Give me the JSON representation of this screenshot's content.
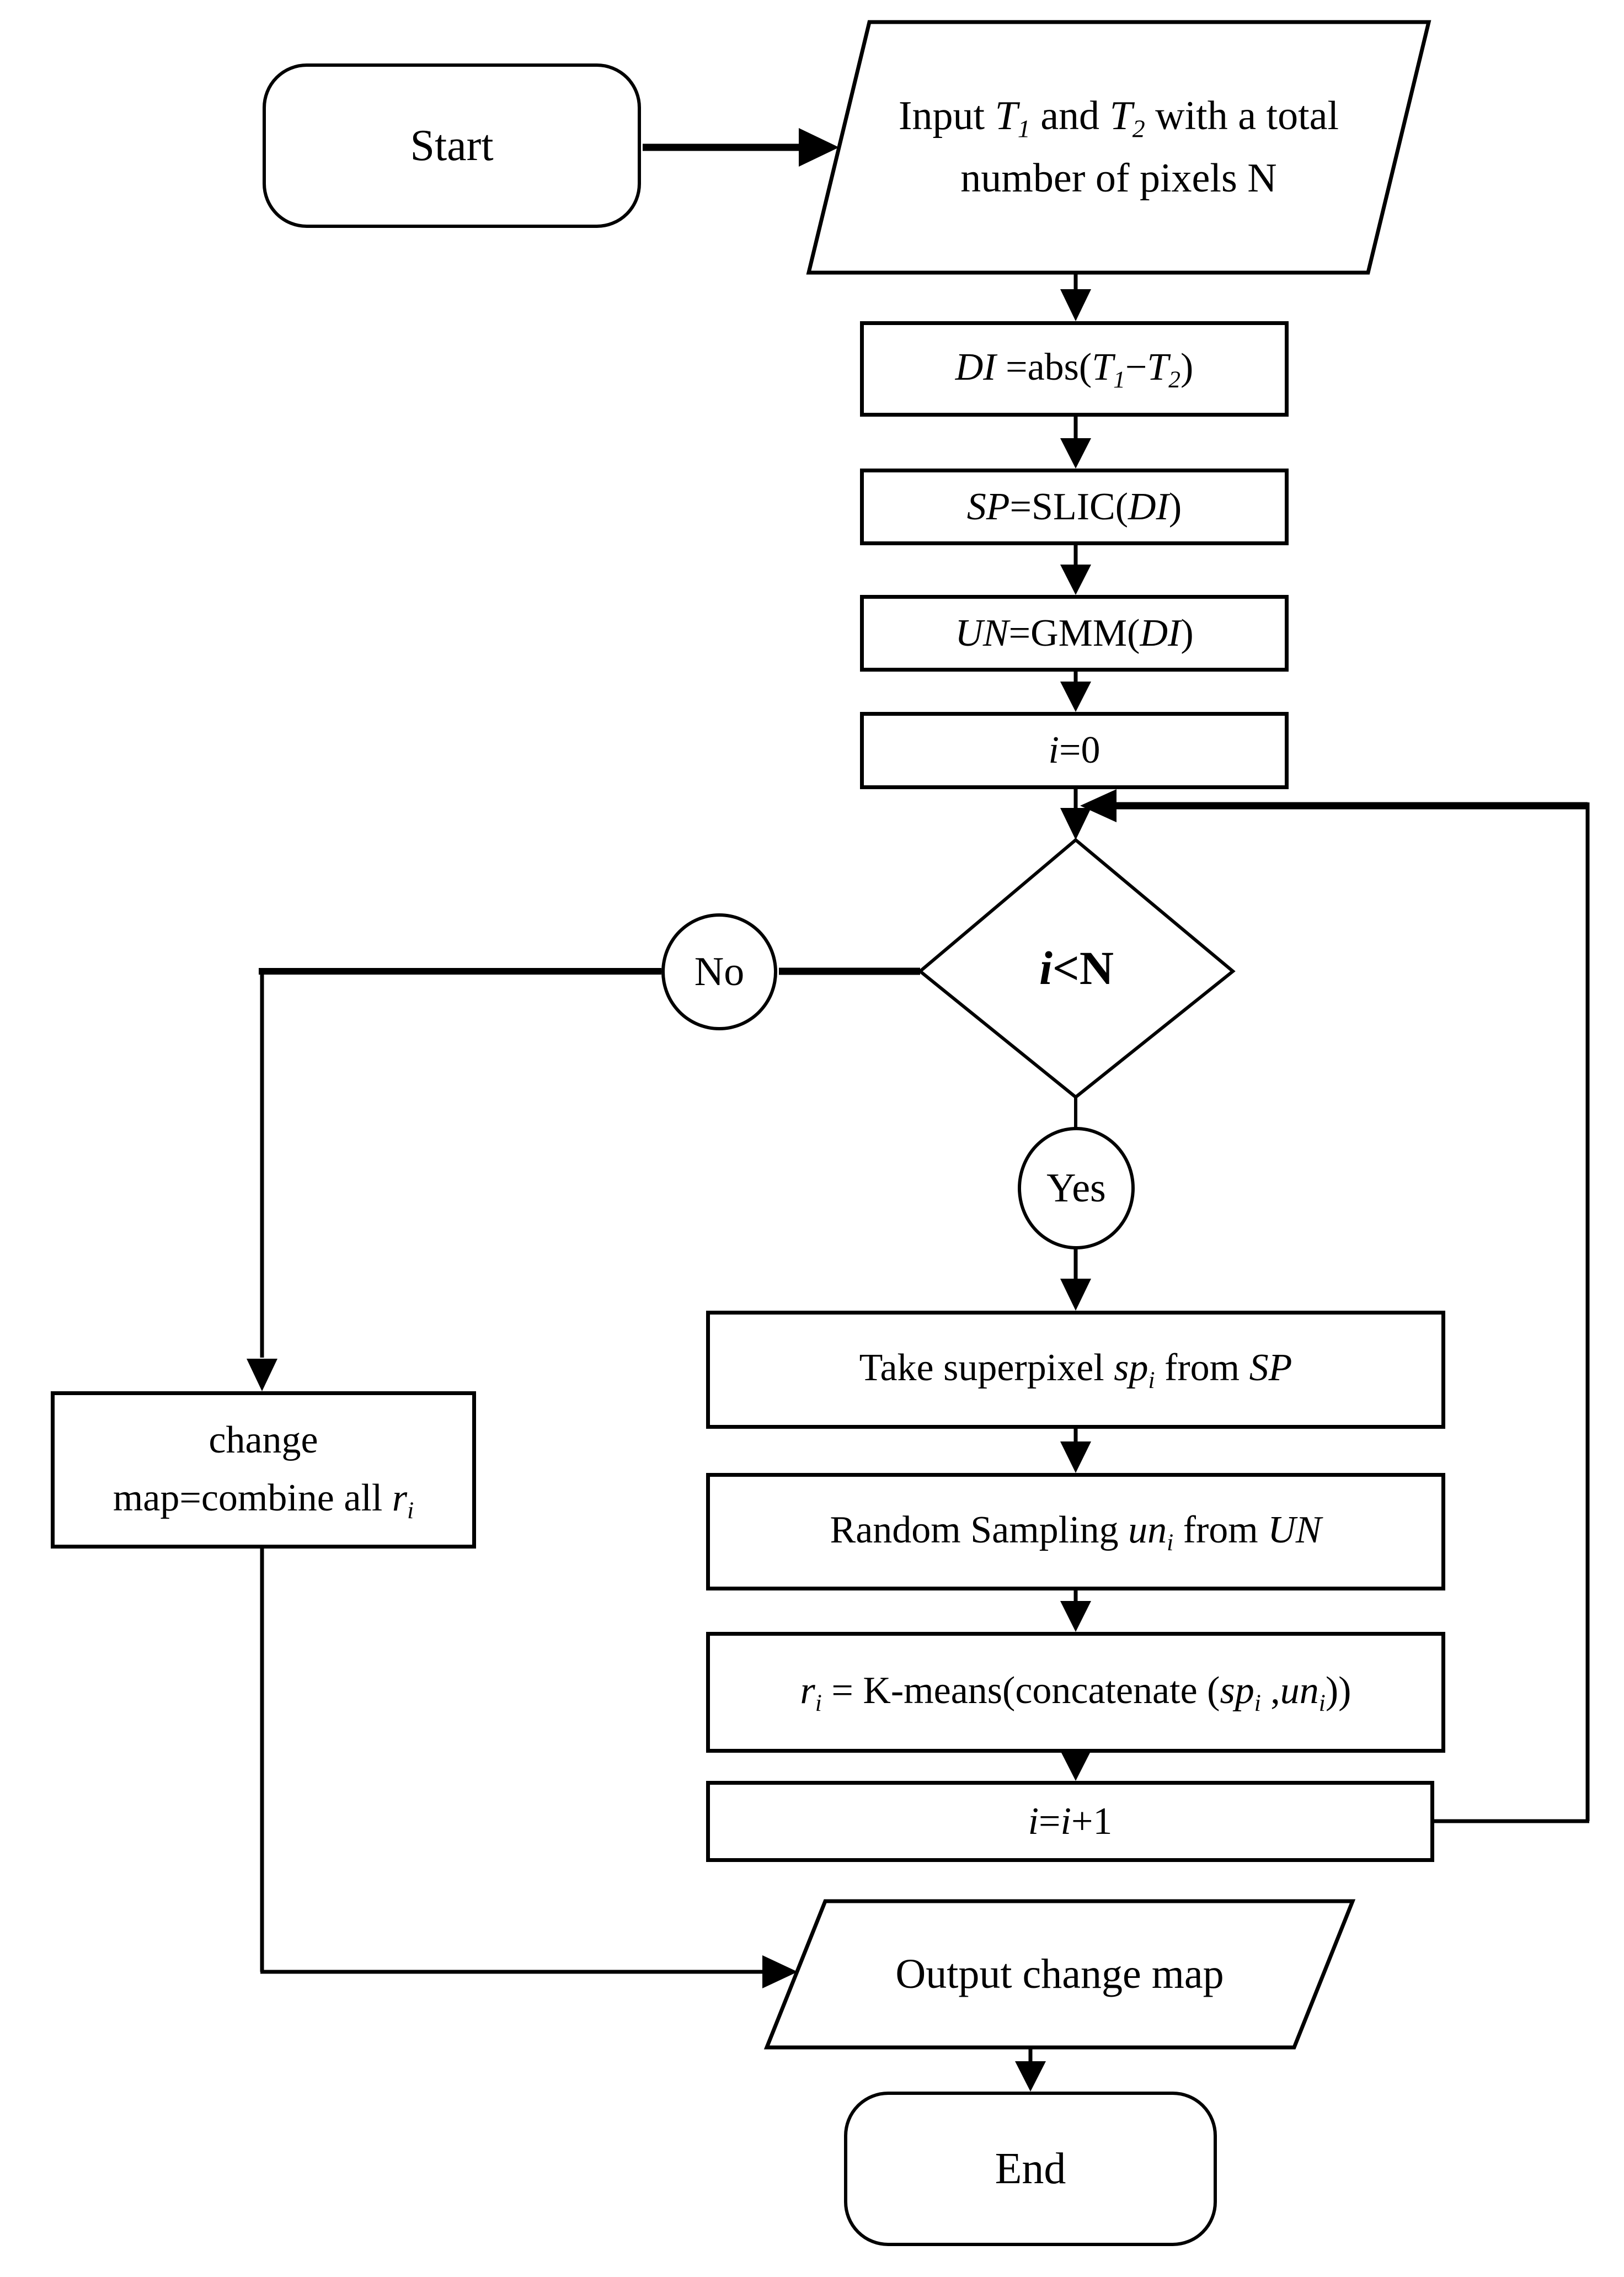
{
  "diagram": {
    "type": "flowchart",
    "colors": {
      "line": "#000000",
      "fill": "#ffffff",
      "text": "#000000"
    },
    "nodes": {
      "start": {
        "shape": "rounded-rect",
        "label": "Start"
      },
      "input": {
        "shape": "parallelogram",
        "line1": [
          {
            "t": "Input "
          },
          {
            "t": "T",
            "s": "i"
          },
          {
            "t": "1",
            "s": "isub"
          },
          {
            "t": " and "
          },
          {
            "t": "T",
            "s": "i"
          },
          {
            "t": "2",
            "s": "isub"
          },
          {
            "t": " with a total"
          }
        ],
        "line2": [
          {
            "t": "number of pixels N"
          }
        ]
      },
      "di": {
        "shape": "rect",
        "segs": [
          {
            "t": "DI",
            "s": "i"
          },
          {
            "t": " =abs("
          },
          {
            "t": "T",
            "s": "i"
          },
          {
            "t": "1",
            "s": "isub"
          },
          {
            "t": "−"
          },
          {
            "t": "T",
            "s": "i"
          },
          {
            "t": "2",
            "s": "isub"
          },
          {
            "t": ")"
          }
        ]
      },
      "sp": {
        "shape": "rect",
        "segs": [
          {
            "t": "SP",
            "s": "i"
          },
          {
            "t": "=SLIC("
          },
          {
            "t": "DI",
            "s": "i"
          },
          {
            "t": ")"
          }
        ]
      },
      "un": {
        "shape": "rect",
        "segs": [
          {
            "t": "UN",
            "s": "i"
          },
          {
            "t": "=GMM("
          },
          {
            "t": "DI",
            "s": "i"
          },
          {
            "t": ")"
          }
        ]
      },
      "i0": {
        "shape": "rect",
        "segs": [
          {
            "t": "i",
            "s": "i"
          },
          {
            "t": "=0"
          }
        ]
      },
      "cond": {
        "shape": "diamond",
        "segs": [
          {
            "t": "i",
            "s": "i"
          },
          {
            "t": "<N"
          }
        ]
      },
      "no": {
        "shape": "circle",
        "label": "No"
      },
      "yes": {
        "shape": "circle",
        "label": "Yes"
      },
      "take": {
        "shape": "rect",
        "segs": [
          {
            "t": "Take superpixel "
          },
          {
            "t": "sp",
            "s": "i"
          },
          {
            "t": "i",
            "s": "isub"
          },
          {
            "t": " from "
          },
          {
            "t": "SP",
            "s": "i"
          }
        ]
      },
      "random": {
        "shape": "rect",
        "segs": [
          {
            "t": "Random Sampling "
          },
          {
            "t": "un",
            "s": "i"
          },
          {
            "t": "i",
            "s": "isub"
          },
          {
            "t": " from "
          },
          {
            "t": "UN",
            "s": "i"
          }
        ]
      },
      "kmeans": {
        "shape": "rect",
        "segs": [
          {
            "t": "r",
            "s": "i"
          },
          {
            "t": "i",
            "s": "isub"
          },
          {
            "t": " = K-means(concatenate ("
          },
          {
            "t": "sp",
            "s": "i"
          },
          {
            "t": "i",
            "s": "isub"
          },
          {
            "t": " ,"
          },
          {
            "t": "un",
            "s": "i"
          },
          {
            "t": "i",
            "s": "isub"
          },
          {
            "t": "))"
          }
        ]
      },
      "inc": {
        "shape": "rect",
        "segs": [
          {
            "t": "i",
            "s": "i"
          },
          {
            "t": "="
          },
          {
            "t": "i",
            "s": "i"
          },
          {
            "t": "+1"
          }
        ]
      },
      "combine": {
        "shape": "rect",
        "line1": [
          {
            "t": "change"
          }
        ],
        "line2": [
          {
            "t": "map=combine all "
          },
          {
            "t": "r",
            "s": "i"
          },
          {
            "t": "i",
            "s": "isub"
          }
        ]
      },
      "output": {
        "shape": "parallelogram",
        "label": "Output change map"
      },
      "end": {
        "shape": "rounded-rect",
        "label": "End"
      }
    }
  }
}
